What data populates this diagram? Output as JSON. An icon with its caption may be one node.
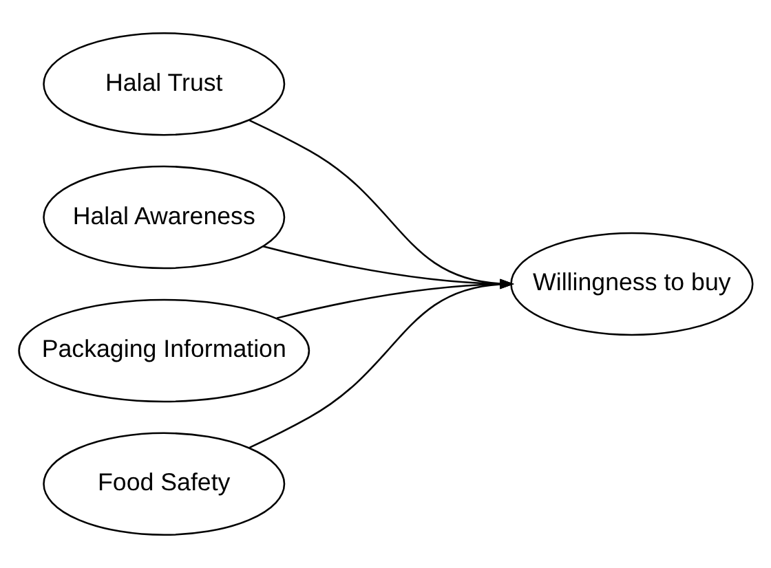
{
  "diagram": {
    "nodes": [
      {
        "text": [
          "Halal Trust"
        ]
      },
      {
        "text": [
          "Halal Awareness"
        ]
      },
      {
        "text": [
          "Packaging Information"
        ]
      },
      {
        "text": [
          "Food Safety"
        ]
      },
      {
        "text": [
          "Willingness to buy"
        ]
      }
    ],
    "edges": [
      {
        "from": 0,
        "to": 4,
        "arrow": "to"
      },
      {
        "from": 1,
        "to": 4,
        "arrow": "to"
      },
      {
        "from": 2,
        "to": 4,
        "arrow": "to"
      },
      {
        "from": 3,
        "to": 4,
        "arrow": "to"
      }
    ]
  }
}
